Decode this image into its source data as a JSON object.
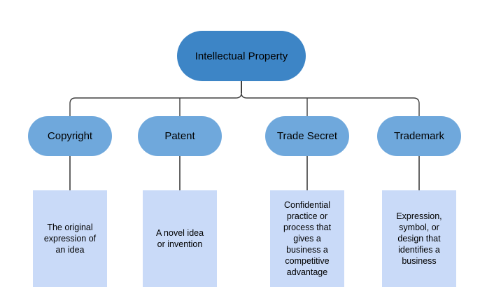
{
  "diagram": {
    "root": {
      "label": "Intellectual Property"
    },
    "branches": [
      {
        "id": "copyright",
        "label": "Copyright",
        "description": "The original\nexpression of\nan idea"
      },
      {
        "id": "patent",
        "label": "Patent",
        "description": "A novel idea\nor invention"
      },
      {
        "id": "trade-secret",
        "label": "Trade Secret",
        "description": "Confidential\npractice or\nprocess that\ngives a\nbusiness a\ncompetitive\nadvantage"
      },
      {
        "id": "trademark",
        "label": "Trademark",
        "description": "Expression,\nsymbol, or\ndesign that\nidentifies a\nbusiness"
      }
    ],
    "colors": {
      "root_fill": "#3d85c6",
      "branch_fill": "#6fa8dc",
      "description_fill": "#c9daf8",
      "connector_dark": "#404040",
      "connector_gray": "#646464",
      "text": "#000000",
      "background": "#ffffff"
    }
  }
}
